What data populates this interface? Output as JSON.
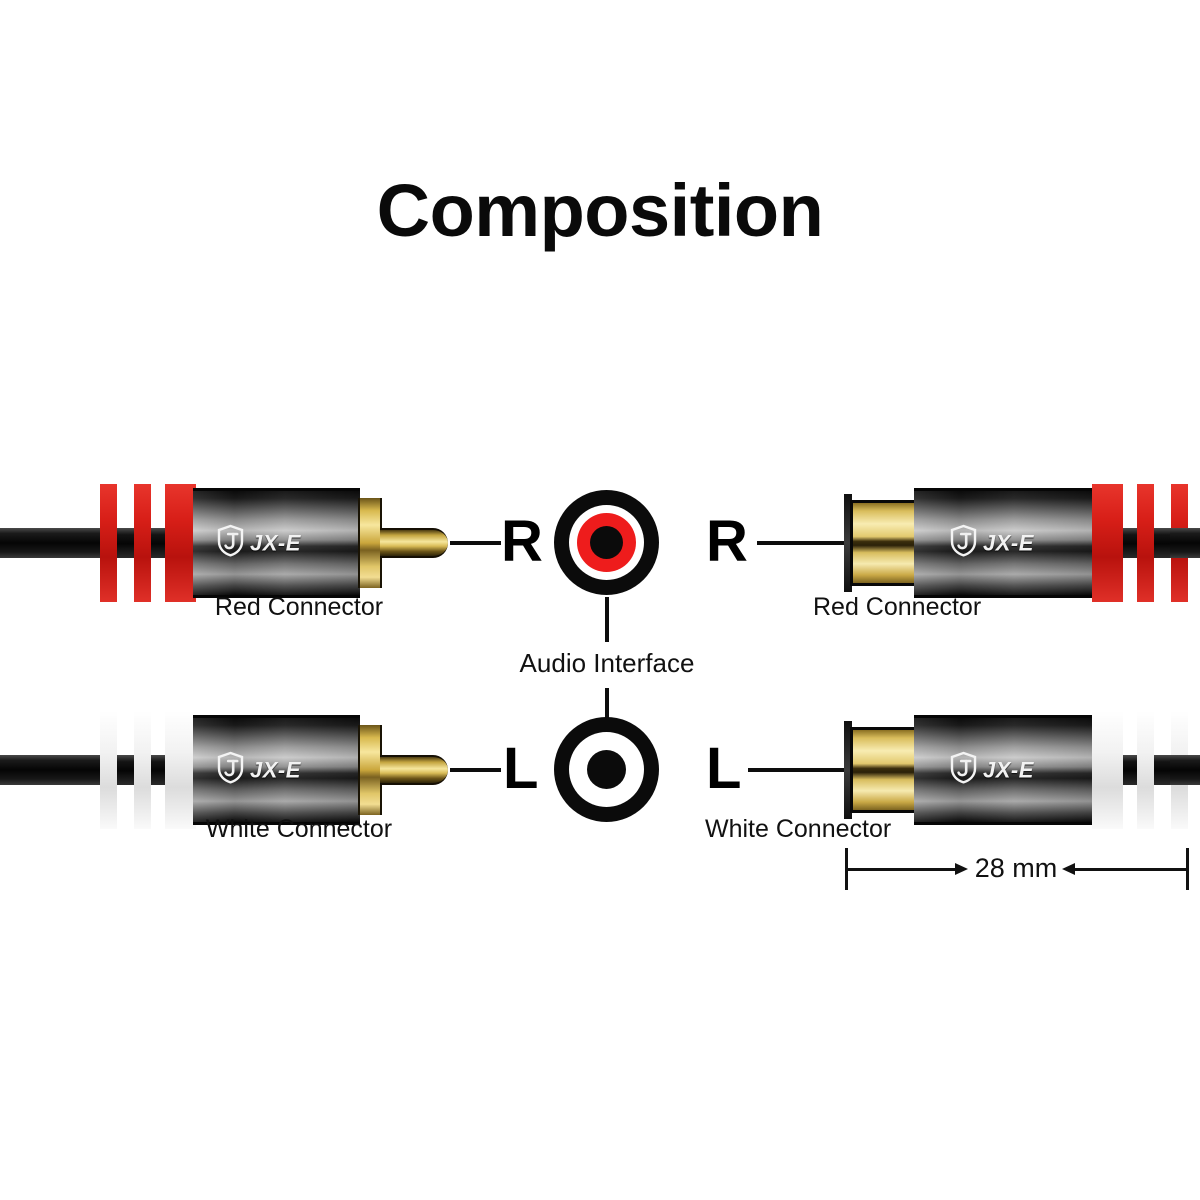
{
  "page": {
    "title": "Composition",
    "background_color": "#ffffff"
  },
  "colors": {
    "red": "#d81f18",
    "white": "#ffffff",
    "gold": "#f6e79d",
    "metal": "#c9c9c9",
    "black": "#0b0b0b"
  },
  "brand": {
    "name": "JX-E",
    "logo_icon": "shield-icon"
  },
  "channels": {
    "right": "R",
    "left": "L"
  },
  "interface": {
    "label": "Audio Interface",
    "jacks": [
      {
        "channel": "R",
        "accent_color": "#ee1c1c",
        "name": "rca-jack-right"
      },
      {
        "channel": "L",
        "accent_color": "#ffffff",
        "name": "rca-jack-left"
      }
    ]
  },
  "connectors": [
    {
      "id": "left-red-male",
      "caption": "Red Connector",
      "channel": "R",
      "boot_color": "red",
      "gender": "male",
      "brand": "JX-E"
    },
    {
      "id": "left-white-male",
      "caption": "White Connector",
      "channel": "L",
      "boot_color": "white",
      "gender": "male",
      "brand": "JX-E"
    },
    {
      "id": "right-red-female",
      "caption": "Red Connector",
      "channel": "R",
      "boot_color": "red",
      "gender": "female",
      "brand": "JX-E"
    },
    {
      "id": "right-white-female",
      "caption": "White Connector",
      "channel": "L",
      "boot_color": "white",
      "gender": "female",
      "brand": "JX-E"
    }
  ],
  "dimension": {
    "value": "28 mm",
    "measures": "right-white-female"
  }
}
